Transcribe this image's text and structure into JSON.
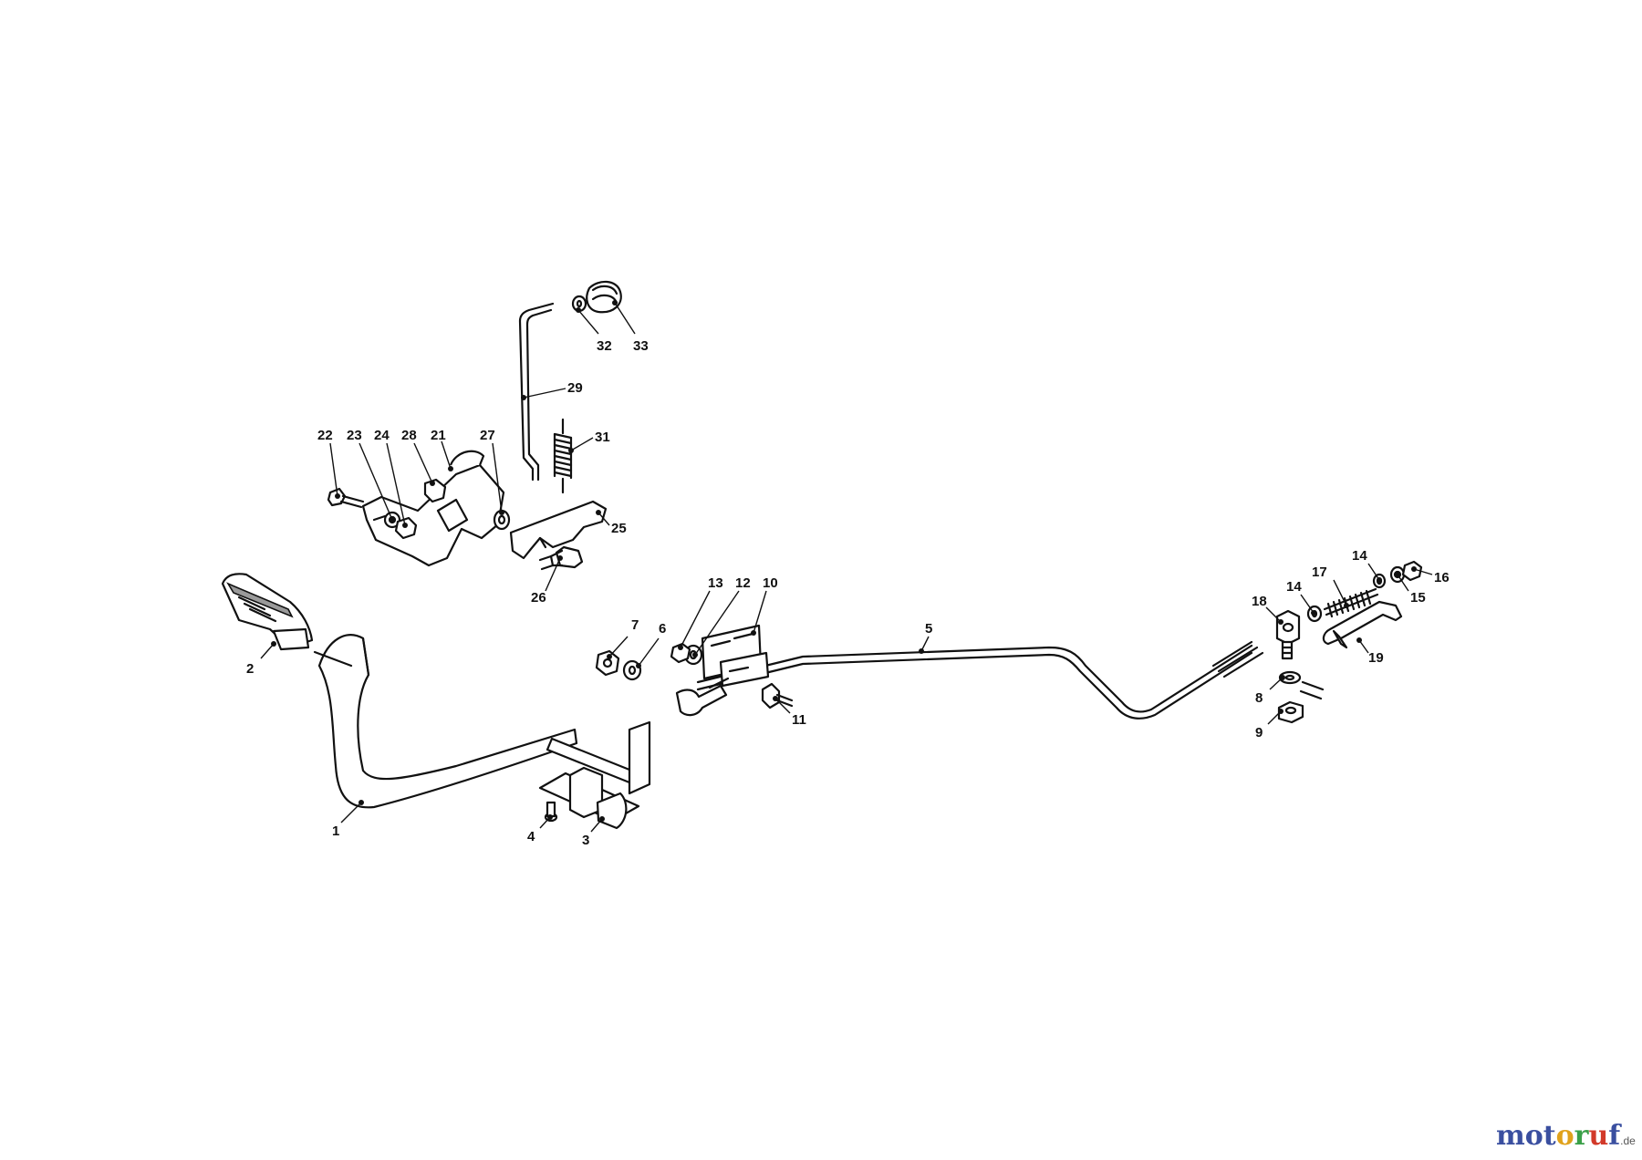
{
  "callouts": [
    {
      "label": "1"
    },
    {
      "label": "2"
    },
    {
      "label": "3"
    },
    {
      "label": "4"
    },
    {
      "label": "5"
    },
    {
      "label": "6"
    },
    {
      "label": "7"
    },
    {
      "label": "8"
    },
    {
      "label": "9"
    },
    {
      "label": "10"
    },
    {
      "label": "11"
    },
    {
      "label": "12"
    },
    {
      "label": "13"
    },
    {
      "label": "14"
    },
    {
      "label": "14"
    },
    {
      "label": "15"
    },
    {
      "label": "16"
    },
    {
      "label": "17"
    },
    {
      "label": "18"
    },
    {
      "label": "19"
    },
    {
      "label": "21"
    },
    {
      "label": "22"
    },
    {
      "label": "23"
    },
    {
      "label": "24"
    },
    {
      "label": "25"
    },
    {
      "label": "26"
    },
    {
      "label": "27"
    },
    {
      "label": "28"
    },
    {
      "label": "29"
    },
    {
      "label": "31"
    },
    {
      "label": "32"
    },
    {
      "label": "33"
    }
  ],
  "watermark": {
    "letters": [
      "m",
      "o",
      "t",
      "o",
      "r",
      "u",
      "f"
    ],
    "colors": [
      "#3a4fa0",
      "#3a4fa0",
      "#3a4fa0",
      "#e0a21c",
      "#3aa048",
      "#d23a2a",
      "#3a4fa0"
    ],
    "suffix": ".de"
  }
}
